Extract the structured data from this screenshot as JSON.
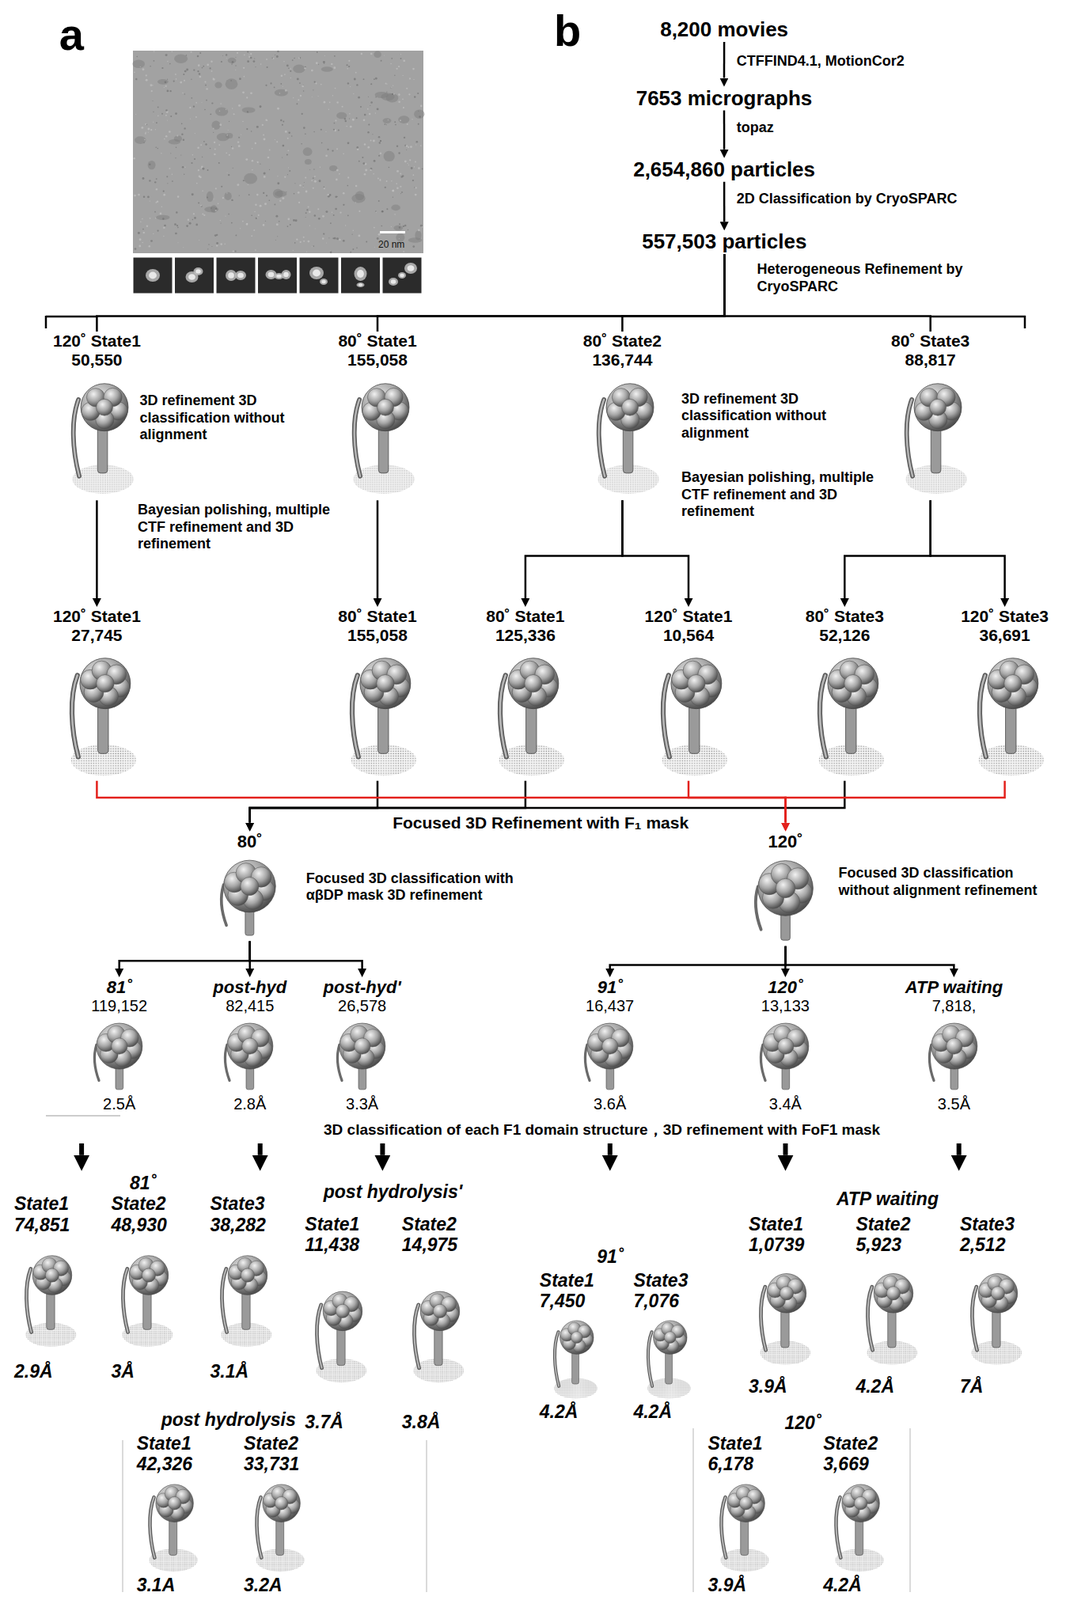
{
  "diagram": {
    "nodes": [
      {
        "text": [
          "8,200 movies"
        ]
      },
      {
        "text": [
          "7653 micrographs"
        ]
      },
      {
        "text": [
          "2,654,860 particles"
        ]
      },
      {
        "text": [
          "557,503 particles"
        ]
      },
      {
        "text": [
          "120˚ State1",
          "50,550"
        ]
      },
      {
        "text": [
          "80˚ State1",
          "155,058"
        ]
      },
      {
        "text": [
          "80˚ State2",
          "136,744"
        ]
      },
      {
        "text": [
          "80˚ State3",
          "88,817"
        ]
      },
      {
        "text": [
          "120˚ State1",
          "27,745"
        ]
      },
      {
        "text": [
          "80˚ State1",
          "155,058"
        ]
      },
      {
        "text": [
          "80˚ State1",
          "125,336"
        ]
      },
      {
        "text": [
          "120˚ State1",
          "10,564"
        ]
      },
      {
        "text": [
          "80˚ State3",
          "52,126"
        ]
      },
      {
        "text": [
          "120˚ State3",
          "36,691"
        ]
      },
      {
        "text": [
          "80˚"
        ]
      },
      {
        "text": [
          "120˚"
        ]
      },
      {
        "text": [
          "81˚",
          "119,152",
          "2.5Å"
        ]
      },
      {
        "text": [
          "post-hyd",
          "82,415",
          "2.8Å"
        ]
      },
      {
        "text": [
          "post-hyd'",
          "26,578",
          "3.3Å"
        ]
      },
      {
        "text": [
          "91˚",
          "16,437",
          "3.6Å"
        ]
      },
      {
        "text": [
          "120˚",
          "13,133",
          "3.4Å"
        ]
      },
      {
        "text": [
          "ATP waiting",
          "7,818,",
          "3.5Å"
        ]
      },
      {
        "text": [
          "81˚"
        ]
      },
      {
        "text": [
          "State1",
          "74,851",
          "2.9Å"
        ],
        "in": 22
      },
      {
        "text": [
          "State2",
          "48,930",
          "3Å"
        ],
        "in": 22
      },
      {
        "text": [
          "State3",
          "38,282",
          "3.1Å"
        ],
        "in": 22
      },
      {
        "text": [
          "post hydrolysis'"
        ]
      },
      {
        "text": [
          "State1",
          "11,438",
          "3.7Å"
        ],
        "in": 26
      },
      {
        "text": [
          "State2",
          "14,975",
          "3.8Å"
        ],
        "in": 26
      },
      {
        "text": [
          "post hydrolysis"
        ]
      },
      {
        "text": [
          "State1",
          "42,326",
          "3.1A"
        ],
        "in": 29
      },
      {
        "text": [
          "State2",
          "33,731",
          "3.2A"
        ],
        "in": 29
      },
      {
        "text": [
          "91˚"
        ]
      },
      {
        "text": [
          "State1",
          "7,450",
          "4.2Å"
        ],
        "in": 32
      },
      {
        "text": [
          "State3",
          "7,076",
          "4.2Å"
        ],
        "in": 32
      },
      {
        "text": [
          "ATP waiting"
        ]
      },
      {
        "text": [
          "State1",
          "1,0739",
          "3.9Å"
        ],
        "in": 35
      },
      {
        "text": [
          "State2",
          "5,923",
          "4.2Å"
        ],
        "in": 35
      },
      {
        "text": [
          "State3",
          "2,512",
          "7Å"
        ],
        "in": 35
      },
      {
        "text": [
          "120˚"
        ]
      },
      {
        "text": [
          "State1",
          "6,178",
          "3.9Å"
        ],
        "in": 39
      },
      {
        "text": [
          "State2",
          "3,669",
          "4.2Å"
        ],
        "in": 39
      }
    ],
    "edges": [
      {
        "from": 0,
        "to": 1,
        "arrow": "to"
      },
      {
        "from": 1,
        "to": 2,
        "arrow": "to"
      },
      {
        "from": 2,
        "to": 3,
        "arrow": "to"
      },
      {
        "from": 3,
        "to": 4,
        "arrow": "none"
      },
      {
        "from": 3,
        "to": 5,
        "arrow": "none"
      },
      {
        "from": 3,
        "to": 6,
        "arrow": "none"
      },
      {
        "from": 3,
        "to": 7,
        "arrow": "none"
      },
      {
        "from": 4,
        "to": 8,
        "arrow": "to"
      },
      {
        "from": 5,
        "to": 9,
        "arrow": "to"
      },
      {
        "from": 6,
        "to": 10,
        "arrow": "to"
      },
      {
        "from": 6,
        "to": 11,
        "arrow": "to"
      },
      {
        "from": 7,
        "to": 12,
        "arrow": "to"
      },
      {
        "from": 7,
        "to": 13,
        "arrow": "to"
      },
      {
        "from": 9,
        "to": 14,
        "arrow": "to"
      },
      {
        "from": 10,
        "to": 14,
        "arrow": "to"
      },
      {
        "from": 12,
        "to": 14,
        "arrow": "to"
      },
      {
        "from": 8,
        "to": 15,
        "arrow": "to"
      },
      {
        "from": 11,
        "to": 15,
        "arrow": "to"
      },
      {
        "from": 13,
        "to": 15,
        "arrow": "to"
      },
      {
        "from": 14,
        "to": 16,
        "arrow": "to"
      },
      {
        "from": 14,
        "to": 17,
        "arrow": "to"
      },
      {
        "from": 14,
        "to": 18,
        "arrow": "to"
      },
      {
        "from": 15,
        "to": 19,
        "arrow": "to"
      },
      {
        "from": 15,
        "to": 20,
        "arrow": "to"
      },
      {
        "from": 15,
        "to": 21,
        "arrow": "to"
      },
      {
        "from": 16,
        "to": 22,
        "arrow": "to"
      },
      {
        "from": 17,
        "to": 29,
        "arrow": "to"
      },
      {
        "from": 18,
        "to": 26,
        "arrow": "to"
      },
      {
        "from": 19,
        "to": 32,
        "arrow": "to"
      },
      {
        "from": 20,
        "to": 39,
        "arrow": "to"
      },
      {
        "from": 21,
        "to": 35,
        "arrow": "to"
      }
    ],
    "labels": [
      "a",
      "b",
      "20 nm",
      "CTFFIND4.1, MotionCor2",
      "topaz",
      "2D Classification by CryoSPARC",
      "Heterogeneous Refinement by CryoSPARC",
      "3D refinement 3D classification without alignment",
      "Bayesian polishing, multiple CTF refinement and 3D refinement",
      "3D refinement 3D classification without alignment",
      "Bayesian polishing, multiple CTF refinement and 3D refinement",
      "Focused 3D Refinement with F₁ mask",
      "Focused 3D classification with αβDP mask 3D refinement",
      "Focused 3D classification without alignment refinement",
      "3D classification of each F1 domain structure，3D refinement with FoF1 mask"
    ]
  }
}
